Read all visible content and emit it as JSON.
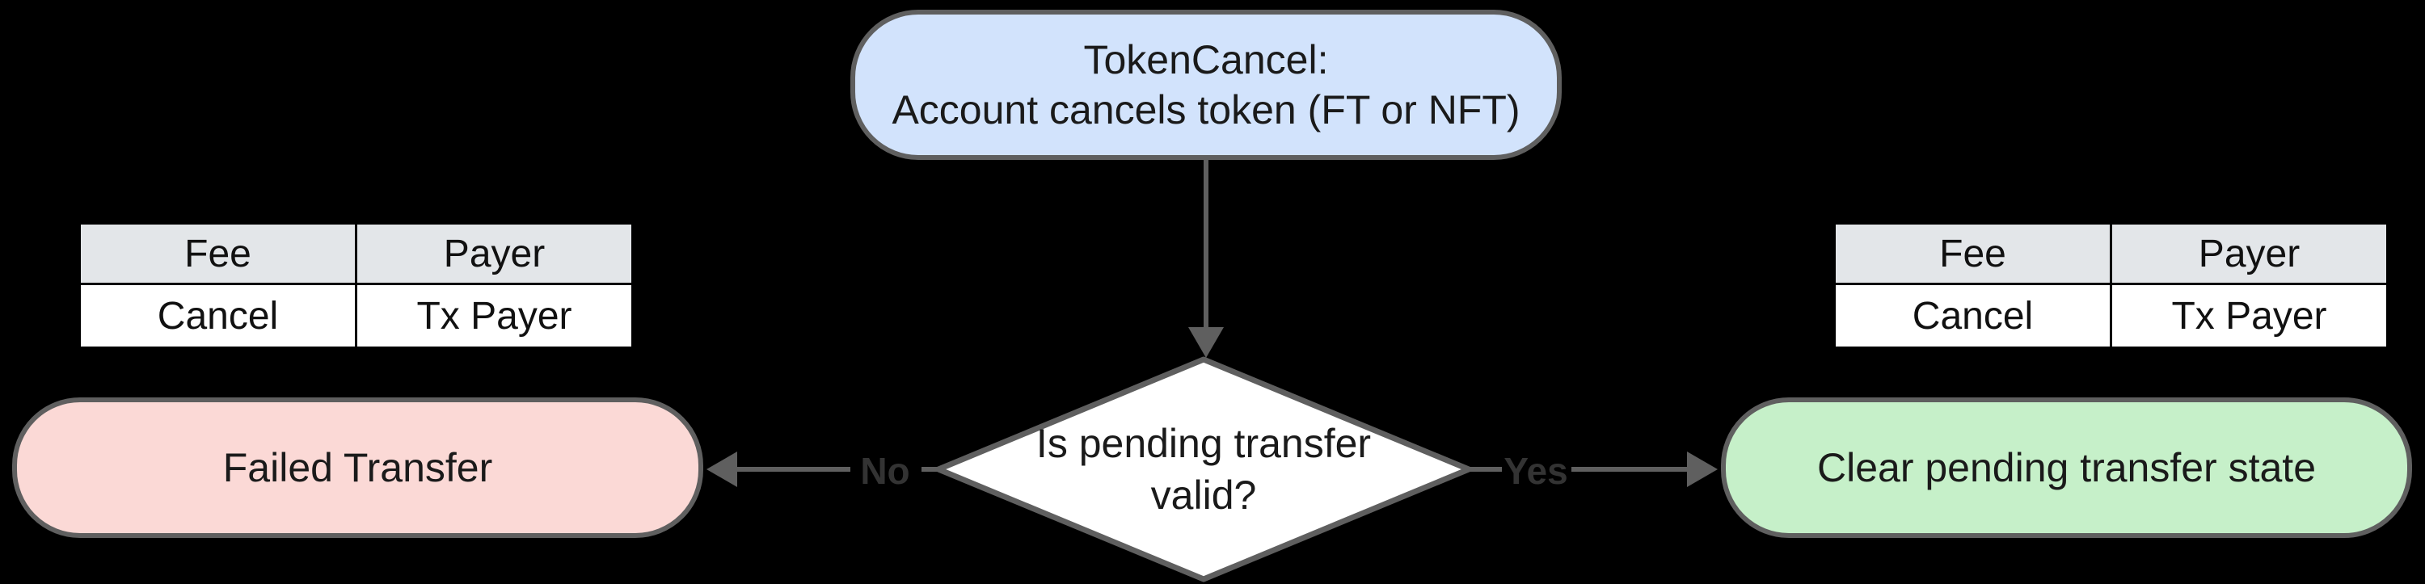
{
  "flowchart": {
    "start": {
      "line1": "TokenCancel:",
      "line2": "Account cancels token (FT or NFT)"
    },
    "decision": {
      "label": "Is pending transfer valid?"
    },
    "no_branch": {
      "edge_label": "No",
      "node_label": "Failed Transfer"
    },
    "yes_branch": {
      "edge_label": "Yes",
      "node_label": "Clear pending transfer state"
    }
  },
  "fee_tables": {
    "left": {
      "headers": [
        "Fee",
        "Payer"
      ],
      "rows": [
        [
          "Cancel",
          "Tx Payer"
        ]
      ]
    },
    "right": {
      "headers": [
        "Fee",
        "Payer"
      ],
      "rows": [
        [
          "Cancel",
          "Tx Payer"
        ]
      ]
    }
  },
  "colors": {
    "background": "#000000",
    "connector_gray": "#5f5f5f",
    "start_fill": "#d2e3fc",
    "decision_fill": "#ffffff",
    "fail_fill": "#fbd9d6",
    "success_fill": "#c6f0c9",
    "table_header_fill": "#e3e6e9",
    "table_cell_fill": "#ffffff",
    "edge_label_color": "#333333",
    "node_text_color": "#1a1a1a"
  }
}
